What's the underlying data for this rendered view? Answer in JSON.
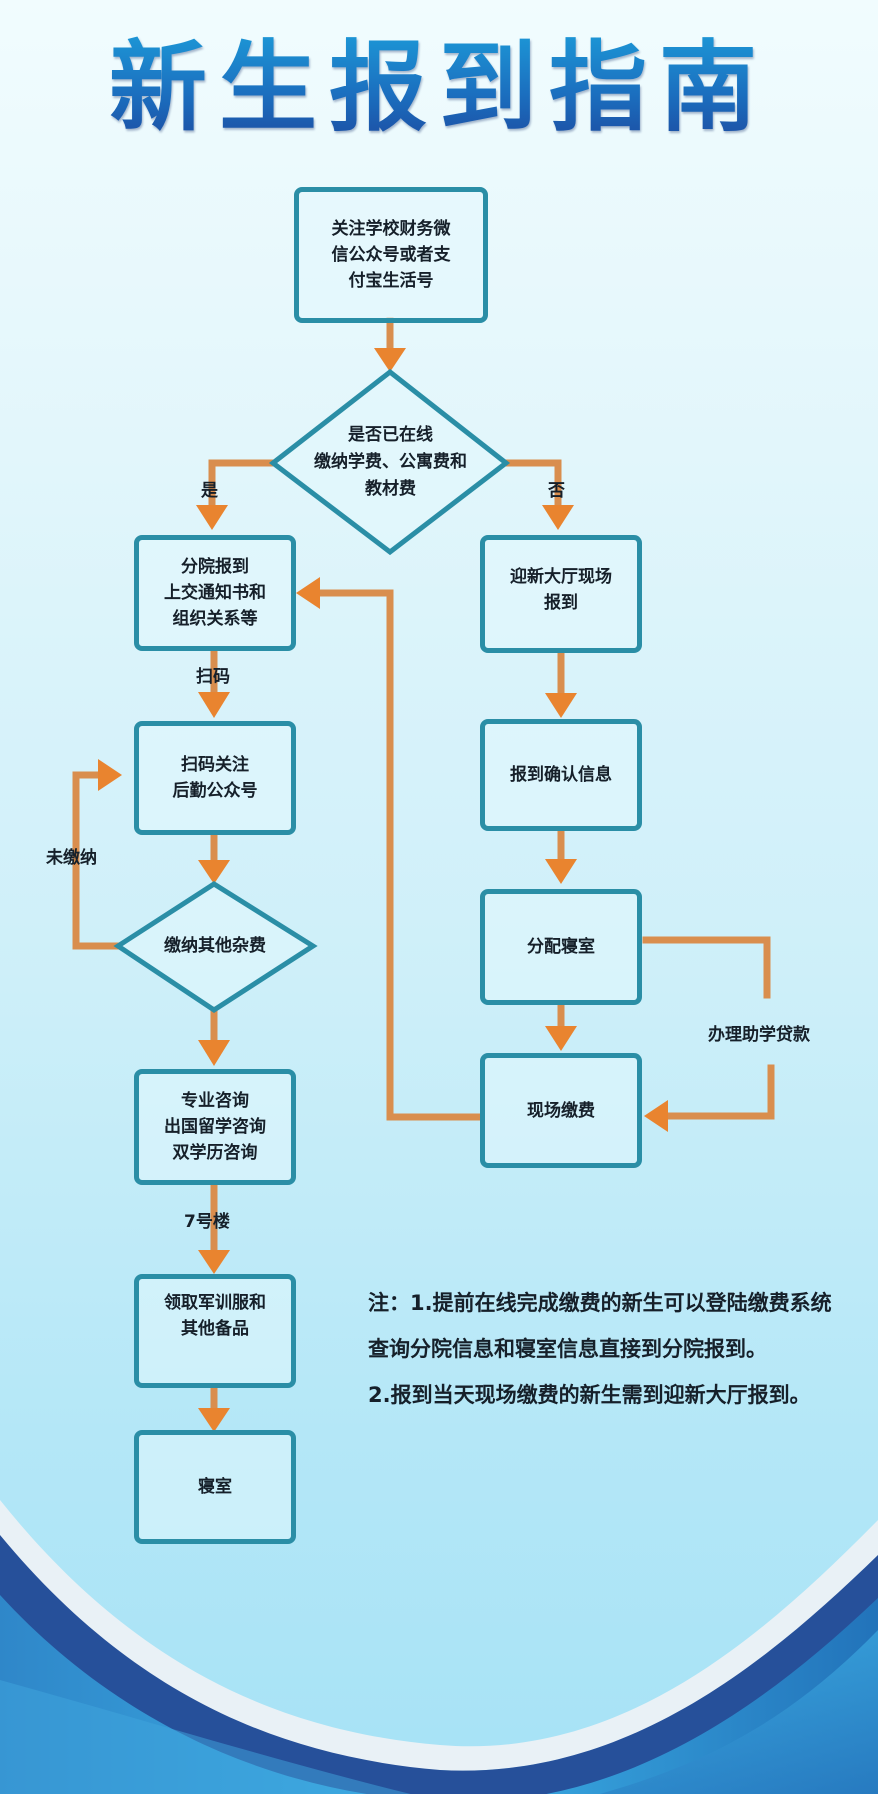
{
  "title": "新生报到指南",
  "nodes": {
    "start": [
      "关注学校财务微",
      "信公众号或者支",
      "付宝生活号"
    ],
    "decision_online_paid": [
      "是否已在线",
      "缴纳学费、公寓费和",
      "教材费"
    ],
    "branch_report": [
      "分院报到",
      "上交通知书和",
      "组织关系等"
    ],
    "scan_follow": [
      "扫码关注",
      "后勤公众号"
    ],
    "decision_other_fees": [
      "缴纳其他杂费"
    ],
    "consulting": [
      "专业咨询",
      "出国留学咨询",
      "双学历咨询"
    ],
    "collect_uniform": [
      "领取军训服和",
      "其他备品"
    ],
    "dormitory": [
      "寝室"
    ],
    "welcome_hall": [
      "迎新大厅现场",
      "报到"
    ],
    "confirm_info": [
      "报到确认信息"
    ],
    "assign_dorm": [
      "分配寝室"
    ],
    "onsite_payment": [
      "现场缴费"
    ]
  },
  "edge_labels": {
    "yes": "是",
    "no": "否",
    "scan": "扫码",
    "unpaid": "未缴纳",
    "building": "7号楼",
    "student_loan": "办理助学贷款"
  },
  "notes": [
    "注：1.提前在线完成缴费的新生可以登陆缴费系统查询分院信息和寝室信息直接到分院报到。",
    "2.报到当天现场缴费的新生需到迎新大厅报到。"
  ],
  "colors": {
    "title": "#1d6cb3",
    "box_border": "#2a8ea6",
    "arrow": "#e9842f",
    "arrow_line": "#d98e4e",
    "text": "#16202a"
  }
}
